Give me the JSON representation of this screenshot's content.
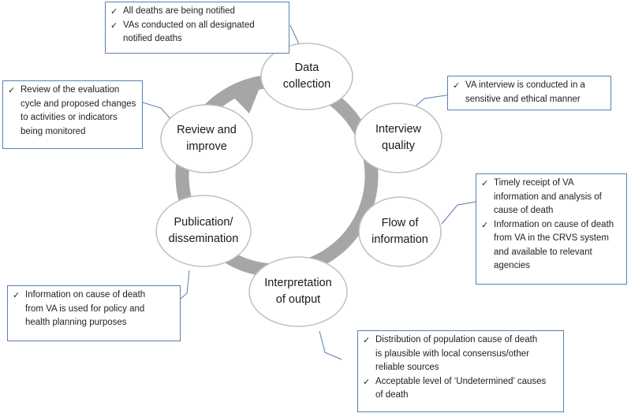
{
  "nodes": {
    "data_collection": [
      "Data",
      "collection"
    ],
    "interview_quality": [
      "Interview",
      "quality"
    ],
    "flow_of_information": [
      "Flow of",
      "information"
    ],
    "interpretation_of_output": [
      "Interpretation",
      "of output"
    ],
    "publication_dissemination": [
      "Publication/",
      "dissemination"
    ],
    "review_and_improve": [
      "Review and",
      "improve"
    ]
  },
  "callouts": {
    "data_collection": [
      [
        "All deaths are being notified"
      ],
      [
        "VAs conducted on all designated",
        "notified deaths"
      ]
    ],
    "interview_quality": [
      [
        "VA interview is conducted in a",
        "sensitive and ethical manner"
      ]
    ],
    "flow_of_information": [
      [
        "Timely receipt of VA",
        "information and analysis of",
        "cause of death"
      ],
      [
        "Information on cause of death",
        "from VA in the CRVS system",
        "and available to relevant",
        "agencies"
      ]
    ],
    "interpretation_of_output": [
      [
        "Distribution of population cause of death",
        "is plausible with local consensus/other",
        "reliable sources"
      ],
      [
        "Acceptable level of ‘Undetermined’ causes",
        "of death"
      ]
    ],
    "publication_dissemination": [
      [
        "Information on cause of death",
        "from VA is used for policy and",
        "health planning purposes"
      ]
    ],
    "review_and_improve": [
      [
        "Review of the evaluation",
        "cycle and proposed changes",
        "to activities or indicators",
        "being monitored"
      ]
    ]
  },
  "check_glyph": "✓",
  "colors": {
    "cycle_arrow": "#a6a6a6",
    "ellipse_border": "#bfbfbf",
    "callout_border": "#5a7fb0",
    "leader_line": "#5a7fb0"
  }
}
